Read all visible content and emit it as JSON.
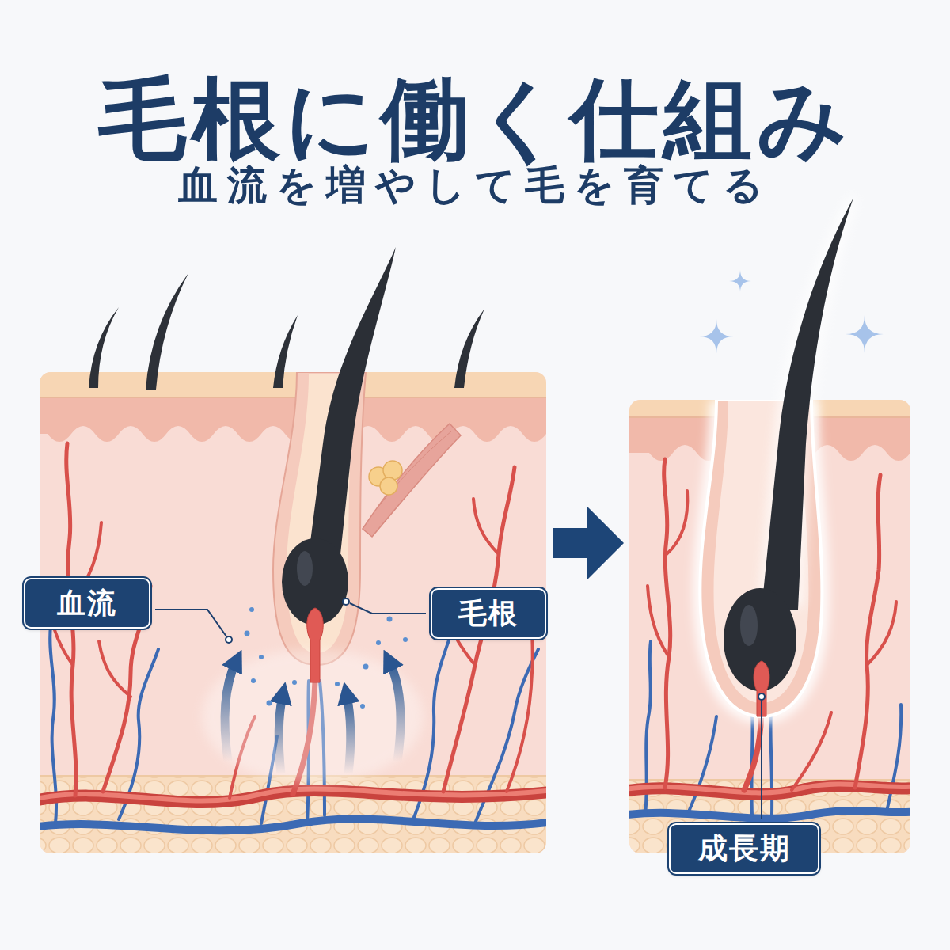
{
  "diagram": {
    "title": "毛根に働く仕組み",
    "nodes": [
      {
        "text": [
          "血流"
        ]
      },
      {
        "text": [
          "毛根"
        ]
      },
      {
        "text": [
          "成長期"
        ]
      }
    ],
    "labels": [
      "血流を増やして毛を育てる"
    ]
  }
}
